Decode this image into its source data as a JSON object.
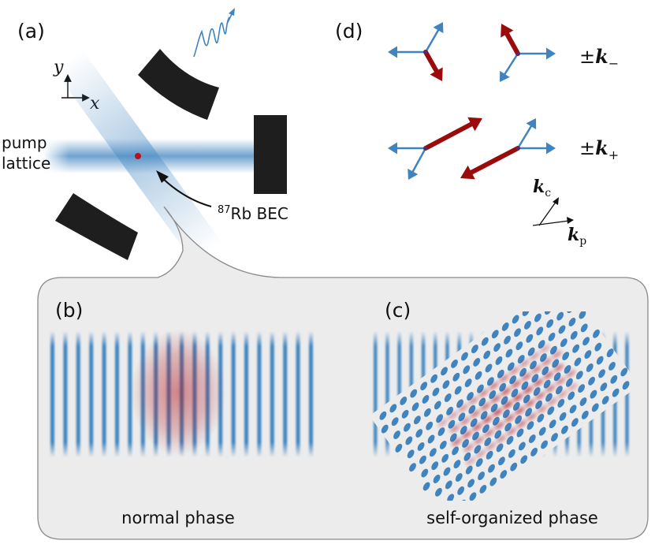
{
  "panels": {
    "a": {
      "label": "(a)",
      "axis_y": "y",
      "axis_x": "x",
      "pump_line1": "pump",
      "pump_line2": "lattice",
      "bec_sup": "87",
      "bec_text": "Rb BEC"
    },
    "b": {
      "label": "(b)",
      "caption": "normal phase"
    },
    "c": {
      "label": "(c)",
      "caption": "self-organized phase"
    },
    "d": {
      "label": "(d)",
      "minus_pm": "±",
      "minus_k": "k",
      "minus_sub": "−",
      "plus_pm": "±",
      "plus_k": "k",
      "plus_sub": "+",
      "kc_k": "k",
      "kc_sub": "c",
      "kp_k": "k",
      "kp_sub": "p"
    }
  },
  "colors": {
    "blue": "#3f84bf",
    "red": "#9a0c0c",
    "mirror": "#1e1e1e",
    "panel_bg": "#ececec"
  }
}
